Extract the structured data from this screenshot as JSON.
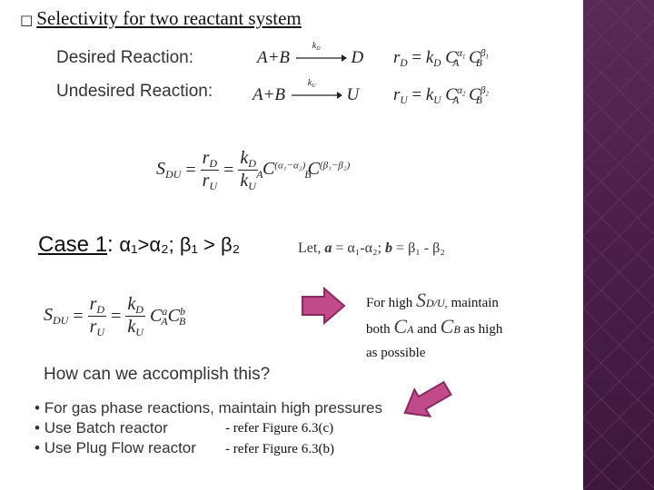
{
  "title": {
    "bullet": "□",
    "text": "Selectivity for two reactant system"
  },
  "reactions": {
    "desired": {
      "label": "Desired Reaction:",
      "reactants": "A+B",
      "k": "k",
      "k_sub": "D",
      "product": "D",
      "rate_lhs": "r",
      "rate_lhs_sub": "D",
      "eq": "=",
      "k2": "k",
      "k2_sub": "D",
      "c1": "C",
      "c1_sub": "A",
      "c1_sup_a": "α",
      "c1_sup_sub": "1",
      "c2": "C",
      "c2_sub": "B",
      "c2_sup_b": "β",
      "c2_sup_sub": "1"
    },
    "undesired": {
      "label": "Undesired Reaction:",
      "reactants": "A+B",
      "k": "k",
      "k_sub": "U",
      "product": "U",
      "rate_lhs": "r",
      "rate_lhs_sub": "U",
      "eq": "=",
      "k2": "k",
      "k2_sub": "U",
      "c1": "C",
      "c1_sub": "A",
      "c1_sup_a": "α",
      "c1_sup_sub": "2",
      "c2": "C",
      "c2_sub": "B",
      "c2_sup_b": "β",
      "c2_sup_sub": "2"
    }
  },
  "selectivity": {
    "lhs": "S",
    "lhs_sub": "DU",
    "eq": "=",
    "f1_num": "r",
    "f1_num_sub": "D",
    "f1_den": "r",
    "f1_den_sub": "U",
    "f2_num": "k",
    "f2_num_sub": "D",
    "f2_den": "k",
    "f2_den_sub": "U",
    "ca": "C",
    "ca_sub": "A",
    "ca_exp": "(α₁−α₂)",
    "cb": "C",
    "cb_sub": "B",
    "cb_exp": "(β₁−β₂)"
  },
  "case1": {
    "case_word": "Case 1",
    "colon": ":",
    "condition": "α₁>α₂; β₁ > β₂",
    "let_prefix": "Let,",
    "a_var": "a",
    "a_def": "= α₁-α₂;",
    "b_var": "b",
    "b_def": "= β₁ - β₂"
  },
  "selectivity2": {
    "lhs": "S",
    "lhs_sub": "DU",
    "eq": "=",
    "f1_num": "r",
    "f1_num_sub": "D",
    "f1_den": "r",
    "f1_den_sub": "U",
    "f2_num": "k",
    "f2_num_sub": "D",
    "f2_den": "k",
    "f2_den_sub": "U",
    "ca": "C",
    "ca_sub": "A",
    "ca_exp": "a",
    "cb": "C",
    "cb_sub": "B",
    "cb_exp": "b"
  },
  "note": {
    "p1": "For high",
    "s": "S",
    "s_sub": "D/U,",
    "p2": "maintain",
    "p3": "both",
    "ca": "C",
    "ca_sub": "A",
    "p4": "and",
    "cb": "C",
    "cb_sub": "B",
    "p5": "as high",
    "p6": "as possible"
  },
  "question": "How can we accomplish this?",
  "bullets": [
    "For gas phase reactions, maintain high pressures",
    "Use Batch reactor",
    "Use Plug Flow reactor"
  ],
  "bullet_char": "•",
  "refs": [
    "- refer Figure 6.3(c)",
    "- refer Figure 6.3(b)"
  ],
  "colors": {
    "arrow": "#c04a8a",
    "arrow_dark": "#8a2a62",
    "panel": "#4a1e48"
  }
}
